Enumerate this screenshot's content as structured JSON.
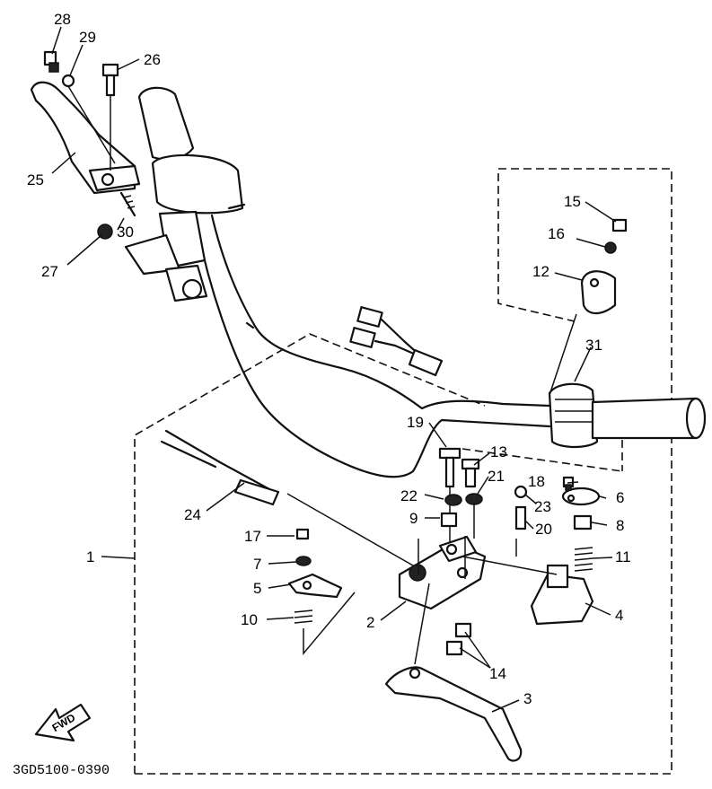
{
  "labels": {
    "p1": "1",
    "p2": "2",
    "p3": "3",
    "p4": "4",
    "p5": "5",
    "p6": "6",
    "p7": "7",
    "p8": "8",
    "p9": "9",
    "p10": "10",
    "p11": "11",
    "p12": "12",
    "p13": "13",
    "p14": "14",
    "p15": "15",
    "p16": "16",
    "p17": "17",
    "p18": "18",
    "p19": "19",
    "p20": "20",
    "p21": "21",
    "p22": "22",
    "p23": "23",
    "p24": "24",
    "p25": "25",
    "p26": "26",
    "p27": "27",
    "p28": "28",
    "p29": "29",
    "p30": "30",
    "p31": "31"
  },
  "fwd_arrow": "FWD",
  "diagram_code": "3GD5100-0390"
}
